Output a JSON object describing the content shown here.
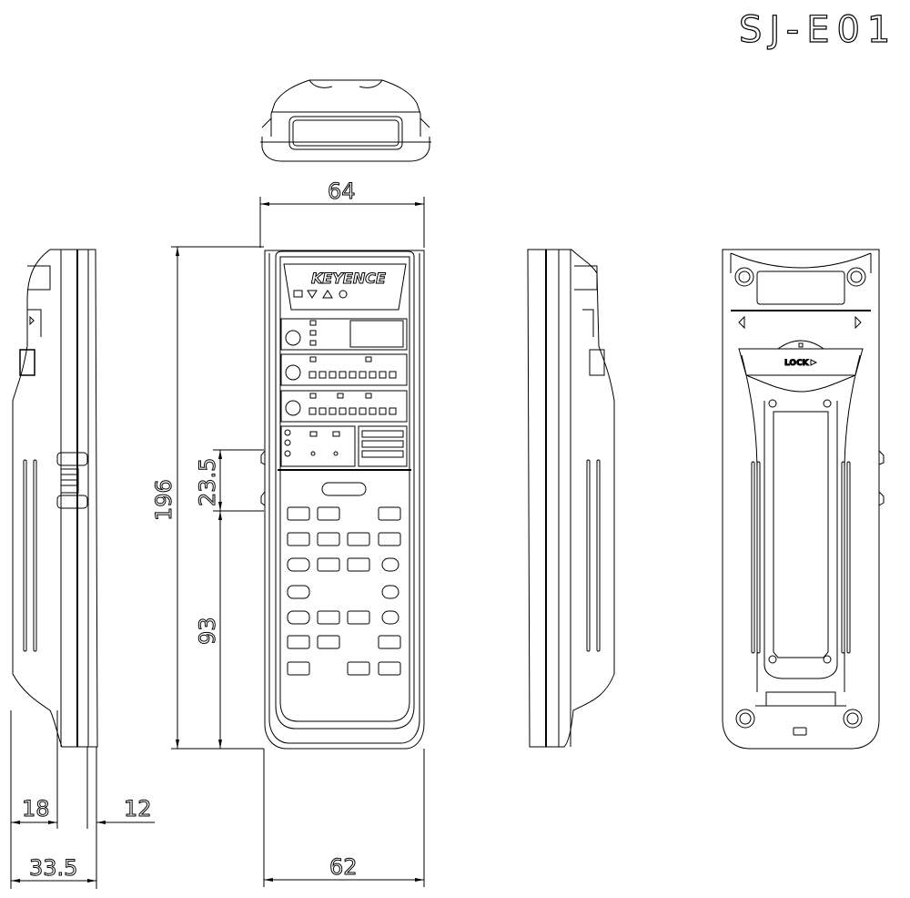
{
  "drawing": {
    "model": "SJ-E01",
    "brand_logo": "KEYENCE",
    "lock_label": "LOCK",
    "views": [
      "top-view",
      "left-side-view",
      "front-view",
      "right-side-view",
      "rear-view"
    ],
    "line_color": "#000000",
    "background": "#ffffff"
  },
  "dimensions": {
    "width_top": "64",
    "width_bottom": "62",
    "height_total": "196",
    "height_upper": "23.5",
    "height_lower": "93",
    "depth_front": "18",
    "depth_back": "12",
    "depth_total": "33.5"
  },
  "front_panel": {
    "indicator_symbols": [
      "square",
      "triangle-down",
      "triangle-up",
      "circle"
    ]
  }
}
